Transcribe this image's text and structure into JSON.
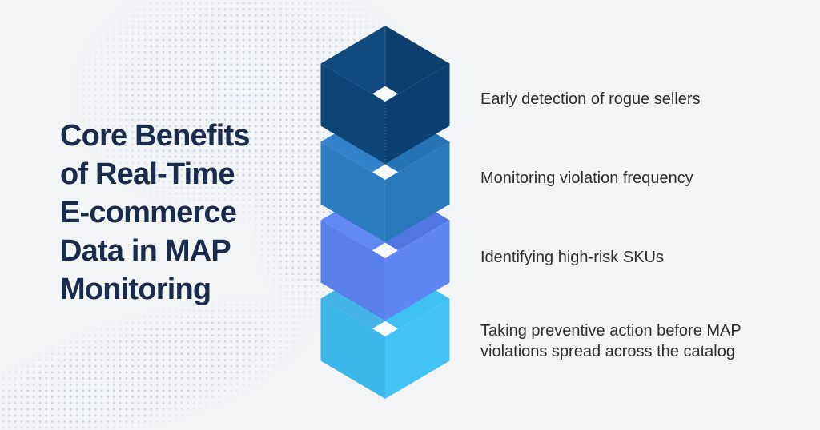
{
  "page": {
    "background_color": "#f3f4f6",
    "dot_pattern_color": "#bccde6"
  },
  "title": {
    "text": "Core Benefits of Real-Time E-commerce Data in MAP Monitoring",
    "lines": [
      "Core Benefits",
      "of Real-Time",
      "E-commerce",
      "Data in MAP",
      "Monitoring"
    ],
    "color": "#1b2b4d"
  },
  "label_color": "#2d2d2d",
  "cube_hole_color": "#fafbfc",
  "benefits": [
    {
      "label": "Early detection of rogue sellers",
      "cube_colors": {
        "top_left": "#10497B",
        "top_right": "#0C3F6E",
        "side_left": "#0D4476",
        "side_right": "#0C4071"
      }
    },
    {
      "label": "Monitoring violation frequency",
      "cube_colors": {
        "top_left": "#3182C8",
        "top_right": "#2573B5",
        "side_left": "#2C7DC2",
        "side_right": "#2A78BC"
      }
    },
    {
      "label": "Identifying high-risk SKUs",
      "cube_colors": {
        "top_left": "#6089F4",
        "top_right": "#5076E1",
        "side_left": "#597FEB",
        "side_right": "#5E87F4"
      }
    },
    {
      "label": "Taking preventive action before MAP violations spread across the catalog",
      "cube_colors": {
        "top_left": "#44B4E8",
        "top_right": "#3EC0F3",
        "side_left": "#3DB7EA",
        "side_right": "#46C3F6"
      }
    }
  ]
}
